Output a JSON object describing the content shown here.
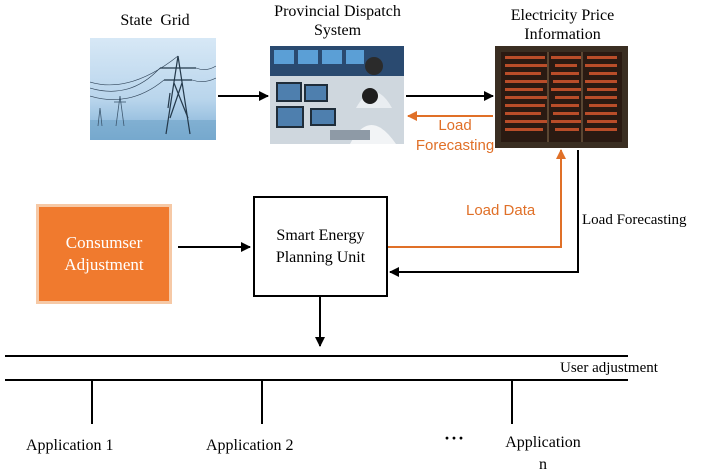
{
  "nodes": {
    "state_grid": {
      "title": "State  Grid"
    },
    "dispatch": {
      "title_line1": "Provincial Dispatch",
      "title_line2": "System"
    },
    "price": {
      "title_line1": "Electricity Price",
      "title_line2": "Information"
    },
    "consumer": {
      "line1": "Consumser",
      "line2": "Adjustment"
    },
    "planning": {
      "line1": "Smart Energy",
      "line2": "Planning Unit"
    }
  },
  "edges": {
    "load_forecasting_top_line1": "Load",
    "load_forecasting_top_line2": "Forecasting",
    "load_data": "Load Data",
    "load_forecasting_right": "Load Forecasting"
  },
  "bus": {
    "label": "User adjustment"
  },
  "applications": {
    "app1": "Application 1",
    "app2": "Application 2",
    "ellipsis": "···",
    "appn_line1": "Application",
    "appn_line2": "n"
  },
  "colors": {
    "orange": "#f07a2e",
    "orange_border": "#f6c9a6",
    "orange_text": "#e07028",
    "sky": "#bcd9f0"
  }
}
